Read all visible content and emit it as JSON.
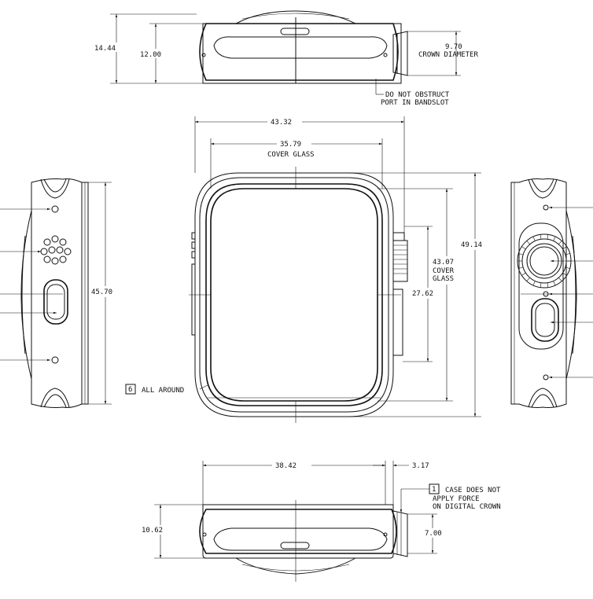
{
  "drawing": {
    "top_view": {
      "overall_height": "14.44",
      "body_height": "12.00",
      "crown_diameter_value": "9.70",
      "crown_diameter_label": "CROWN DIAMETER",
      "note_line1": "DO NOT OBSTRUCT",
      "note_line2": "PORT IN BANDSLOT"
    },
    "front_view": {
      "case_width": "43.32",
      "glass_width": "35.79",
      "glass_width_label": "COVER GLASS",
      "case_height": "49.14",
      "glass_height": "43.07",
      "glass_height_label_1": "COVER",
      "glass_height_label_2": "GLASS",
      "button_span": "27.62",
      "clearance_box": "6",
      "clearance_label": "ALL AROUND"
    },
    "left_view": {
      "height": "45.70"
    },
    "bottom_view": {
      "width": "38.42",
      "offset": "3.17",
      "height": "10.62",
      "crown_height": "7.00",
      "note_box": "1",
      "note_line1": "CASE DOES NOT",
      "note_line2": "APPLY FORCE",
      "note_line3": "ON DIGITAL CROWN"
    }
  }
}
